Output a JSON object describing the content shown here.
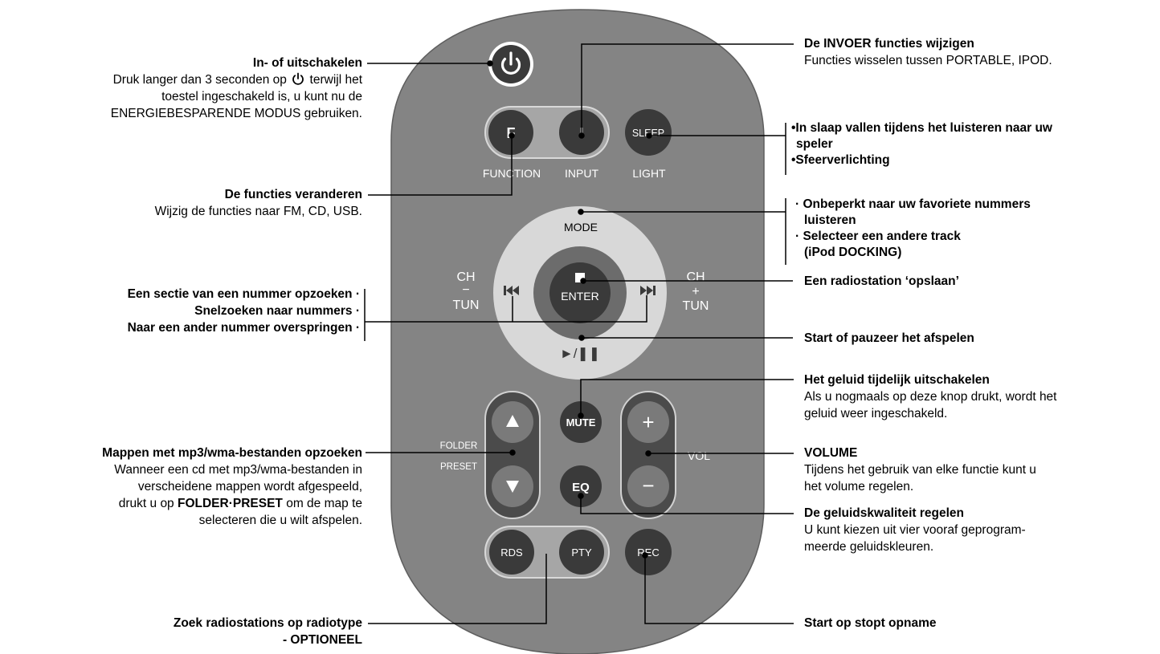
{
  "remote": {
    "buttons": {
      "power_icon": "power-icon",
      "function": "F",
      "input": "I",
      "sleep": "SLEEP",
      "enter_icon": "stop-icon",
      "enter": "ENTER",
      "prev_icon": "skip-back-icon",
      "next_icon": "skip-forward-icon",
      "play_pause": "►/❚❚",
      "folder_up_icon": "up-triangle-icon",
      "folder_down_icon": "down-triangle-icon",
      "mute": "MUTE",
      "eq": "EQ",
      "vol_up": "+",
      "vol_down": "−",
      "rds": "RDS",
      "pty": "PTY",
      "rec": "REC"
    },
    "labels": {
      "function": "FUNCTION",
      "input": "INPUT",
      "light": "LIGHT",
      "mode": "MODE",
      "ch_left": "CH",
      "minus": "−",
      "tun_left": "TUN",
      "ch_right": "CH",
      "plus": "+",
      "tun_right": "TUN",
      "folder": "FOLDER",
      "preset": "PRESET",
      "vol": "VOL"
    }
  },
  "annotations": {
    "power": {
      "title": "In- of uitschakelen",
      "text_before": "Druk langer dan 3 seconden op",
      "text_after": "terwijl het",
      "line2": "toestel ingeschakeld is, u kunt nu de",
      "line3": "ENERGIEBESPARENDE MODUS gebruiken."
    },
    "functions": {
      "title": "De functies veranderen",
      "text": "Wijzig de functies naar FM, CD, USB."
    },
    "search": {
      "line1": "Een sectie van een nummer opzoeken ·",
      "line2": "Snelzoeken naar nummers ·",
      "line3": "Naar een ander nummer overspringen ·"
    },
    "folders": {
      "title": "Mappen met mp3/wma-bestanden opzoeken",
      "line1": "Wanneer een cd met mp3/wma-bestanden in",
      "line2": "verscheidene mappen wordt afgespeeld,",
      "line3_a": "drukt u op",
      "line3_b": "FOLDER·PRESET",
      "line3_c": "om de map te",
      "line4": "selecteren die u wilt afspelen."
    },
    "pty": {
      "line1": "Zoek radiostations op radiotype",
      "line2": "- OPTIONEEL"
    },
    "input": {
      "title": "De INVOER functies wijzigen",
      "text": "Functies wisselen tussen PORTABLE, IPOD."
    },
    "sleep": {
      "line1": "•In slaap vallen tijdens het luisteren naar uw",
      "line2": "speler",
      "line3": "•Sfeerverlichting"
    },
    "mode": {
      "line1": "· Onbeperkt naar uw favoriete nummers",
      "line2": "luisteren",
      "line3": "· Selecteer een andere track",
      "line4": "(iPod DOCKING)"
    },
    "enter": {
      "title": "Een radiostation ‘opslaan’"
    },
    "play": {
      "title": "Start of pauzeer het afspelen"
    },
    "mute": {
      "title": "Het geluid tijdelijk uitschakelen",
      "line1": "Als u nogmaals op deze knop drukt, wordt het",
      "line2": "geluid weer ingeschakeld."
    },
    "volume": {
      "title": "VOLUME",
      "line1": "Tijdens het gebruik van elke functie kunt u",
      "line2": "het volume regelen."
    },
    "eq": {
      "title": "De geluidskwaliteit regelen",
      "line1": "U kunt kiezen uit vier vooraf geprogram-",
      "line2": "meerde geluidskleuren."
    },
    "rec": {
      "title": "Start op stopt opname"
    }
  }
}
